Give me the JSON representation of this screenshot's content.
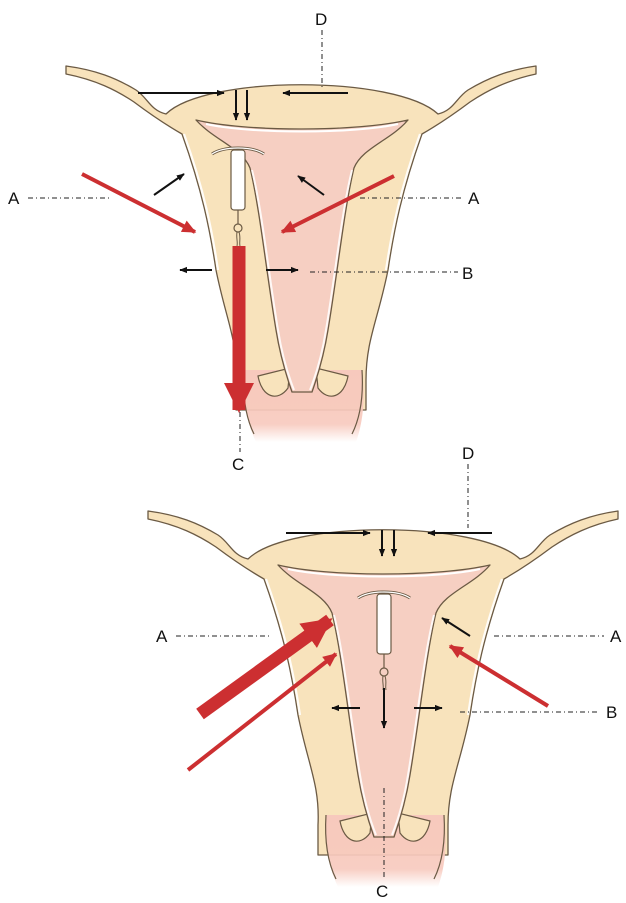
{
  "colors": {
    "tissue": "#f8e3bc",
    "outline": "#6b5a44",
    "cavity": "#f6cfc2",
    "cervix": "#f7c9bd",
    "force_red": "#cc2f31",
    "small_arrow": "#111111",
    "leader": "#222222"
  },
  "icons": {
    "iud": "t-shaped-iud-device"
  },
  "diagrams": [
    {
      "labels": {
        "a_left": "A",
        "a_right": "A",
        "b": "B",
        "c": "C",
        "d": "D"
      }
    },
    {
      "labels": {
        "a_left": "A",
        "a_right": "A",
        "b": "B",
        "c": "C",
        "d": "D"
      }
    }
  ]
}
